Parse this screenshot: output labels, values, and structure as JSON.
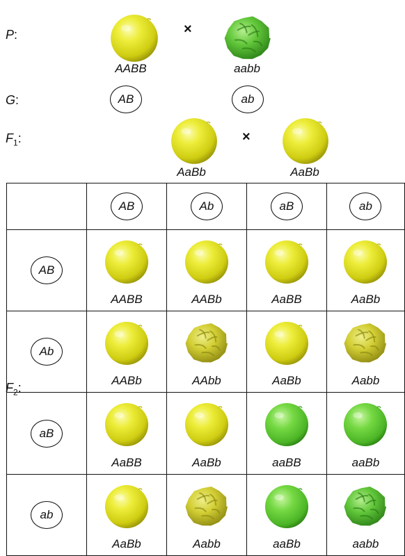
{
  "labels": {
    "p": "P",
    "g": "G",
    "f1": "F",
    "f1_sub": "1",
    "f2": "F",
    "f2_sub": "2",
    "colon": ":"
  },
  "cross_symbol": "×",
  "parents": [
    {
      "genotype": "AABB",
      "pea": "yellow-round"
    },
    {
      "genotype": "aabb",
      "pea": "green-wrinkled"
    }
  ],
  "parent_gametes": [
    "AB",
    "ab"
  ],
  "f1": [
    {
      "genotype": "AaBb",
      "pea": "yellow-round"
    },
    {
      "genotype": "AaBb",
      "pea": "yellow-round"
    }
  ],
  "f2_grid": {
    "column_gametes": [
      "AB",
      "Ab",
      "aB",
      "ab"
    ],
    "rows": [
      {
        "gamete": "AB",
        "cells": [
          {
            "genotype": "AABB",
            "pea": "yellow-round"
          },
          {
            "genotype": "AABb",
            "pea": "yellow-round"
          },
          {
            "genotype": "AaBB",
            "pea": "yellow-round"
          },
          {
            "genotype": "AaBb",
            "pea": "yellow-round"
          }
        ]
      },
      {
        "gamete": "Ab",
        "cells": [
          {
            "genotype": "AABb",
            "pea": "yellow-round"
          },
          {
            "genotype": "AAbb",
            "pea": "yellow-wrinkled"
          },
          {
            "genotype": "AaBb",
            "pea": "yellow-round"
          },
          {
            "genotype": "Aabb",
            "pea": "yellow-wrinkled"
          }
        ]
      },
      {
        "gamete": "aB",
        "cells": [
          {
            "genotype": "AaBB",
            "pea": "yellow-round"
          },
          {
            "genotype": "AaBb",
            "pea": "yellow-round"
          },
          {
            "genotype": "aaBB",
            "pea": "green-round"
          },
          {
            "genotype": "aaBb",
            "pea": "green-round"
          }
        ]
      },
      {
        "gamete": "ab",
        "cells": [
          {
            "genotype": "AaBb",
            "pea": "yellow-round"
          },
          {
            "genotype": "Aabb",
            "pea": "yellow-wrinkled"
          },
          {
            "genotype": "aaBb",
            "pea": "green-round"
          },
          {
            "genotype": "aabb",
            "pea": "green-wrinkled"
          }
        ]
      }
    ]
  },
  "colors": {
    "yellow_light": "#f6f77a",
    "yellow_mid": "#e2e21c",
    "yellow_dark": "#a9a60c",
    "yellowwr_light": "#e7e56a",
    "yellowwr_mid": "#c9c52a",
    "yellowwr_dark": "#8e8a12",
    "green_light": "#a8ec7c",
    "green_mid": "#63cf35",
    "green_dark": "#379a1b",
    "greenwr_light": "#9ae274",
    "greenwr_mid": "#5cbe35",
    "greenwr_dark": "#2f8c1c"
  }
}
